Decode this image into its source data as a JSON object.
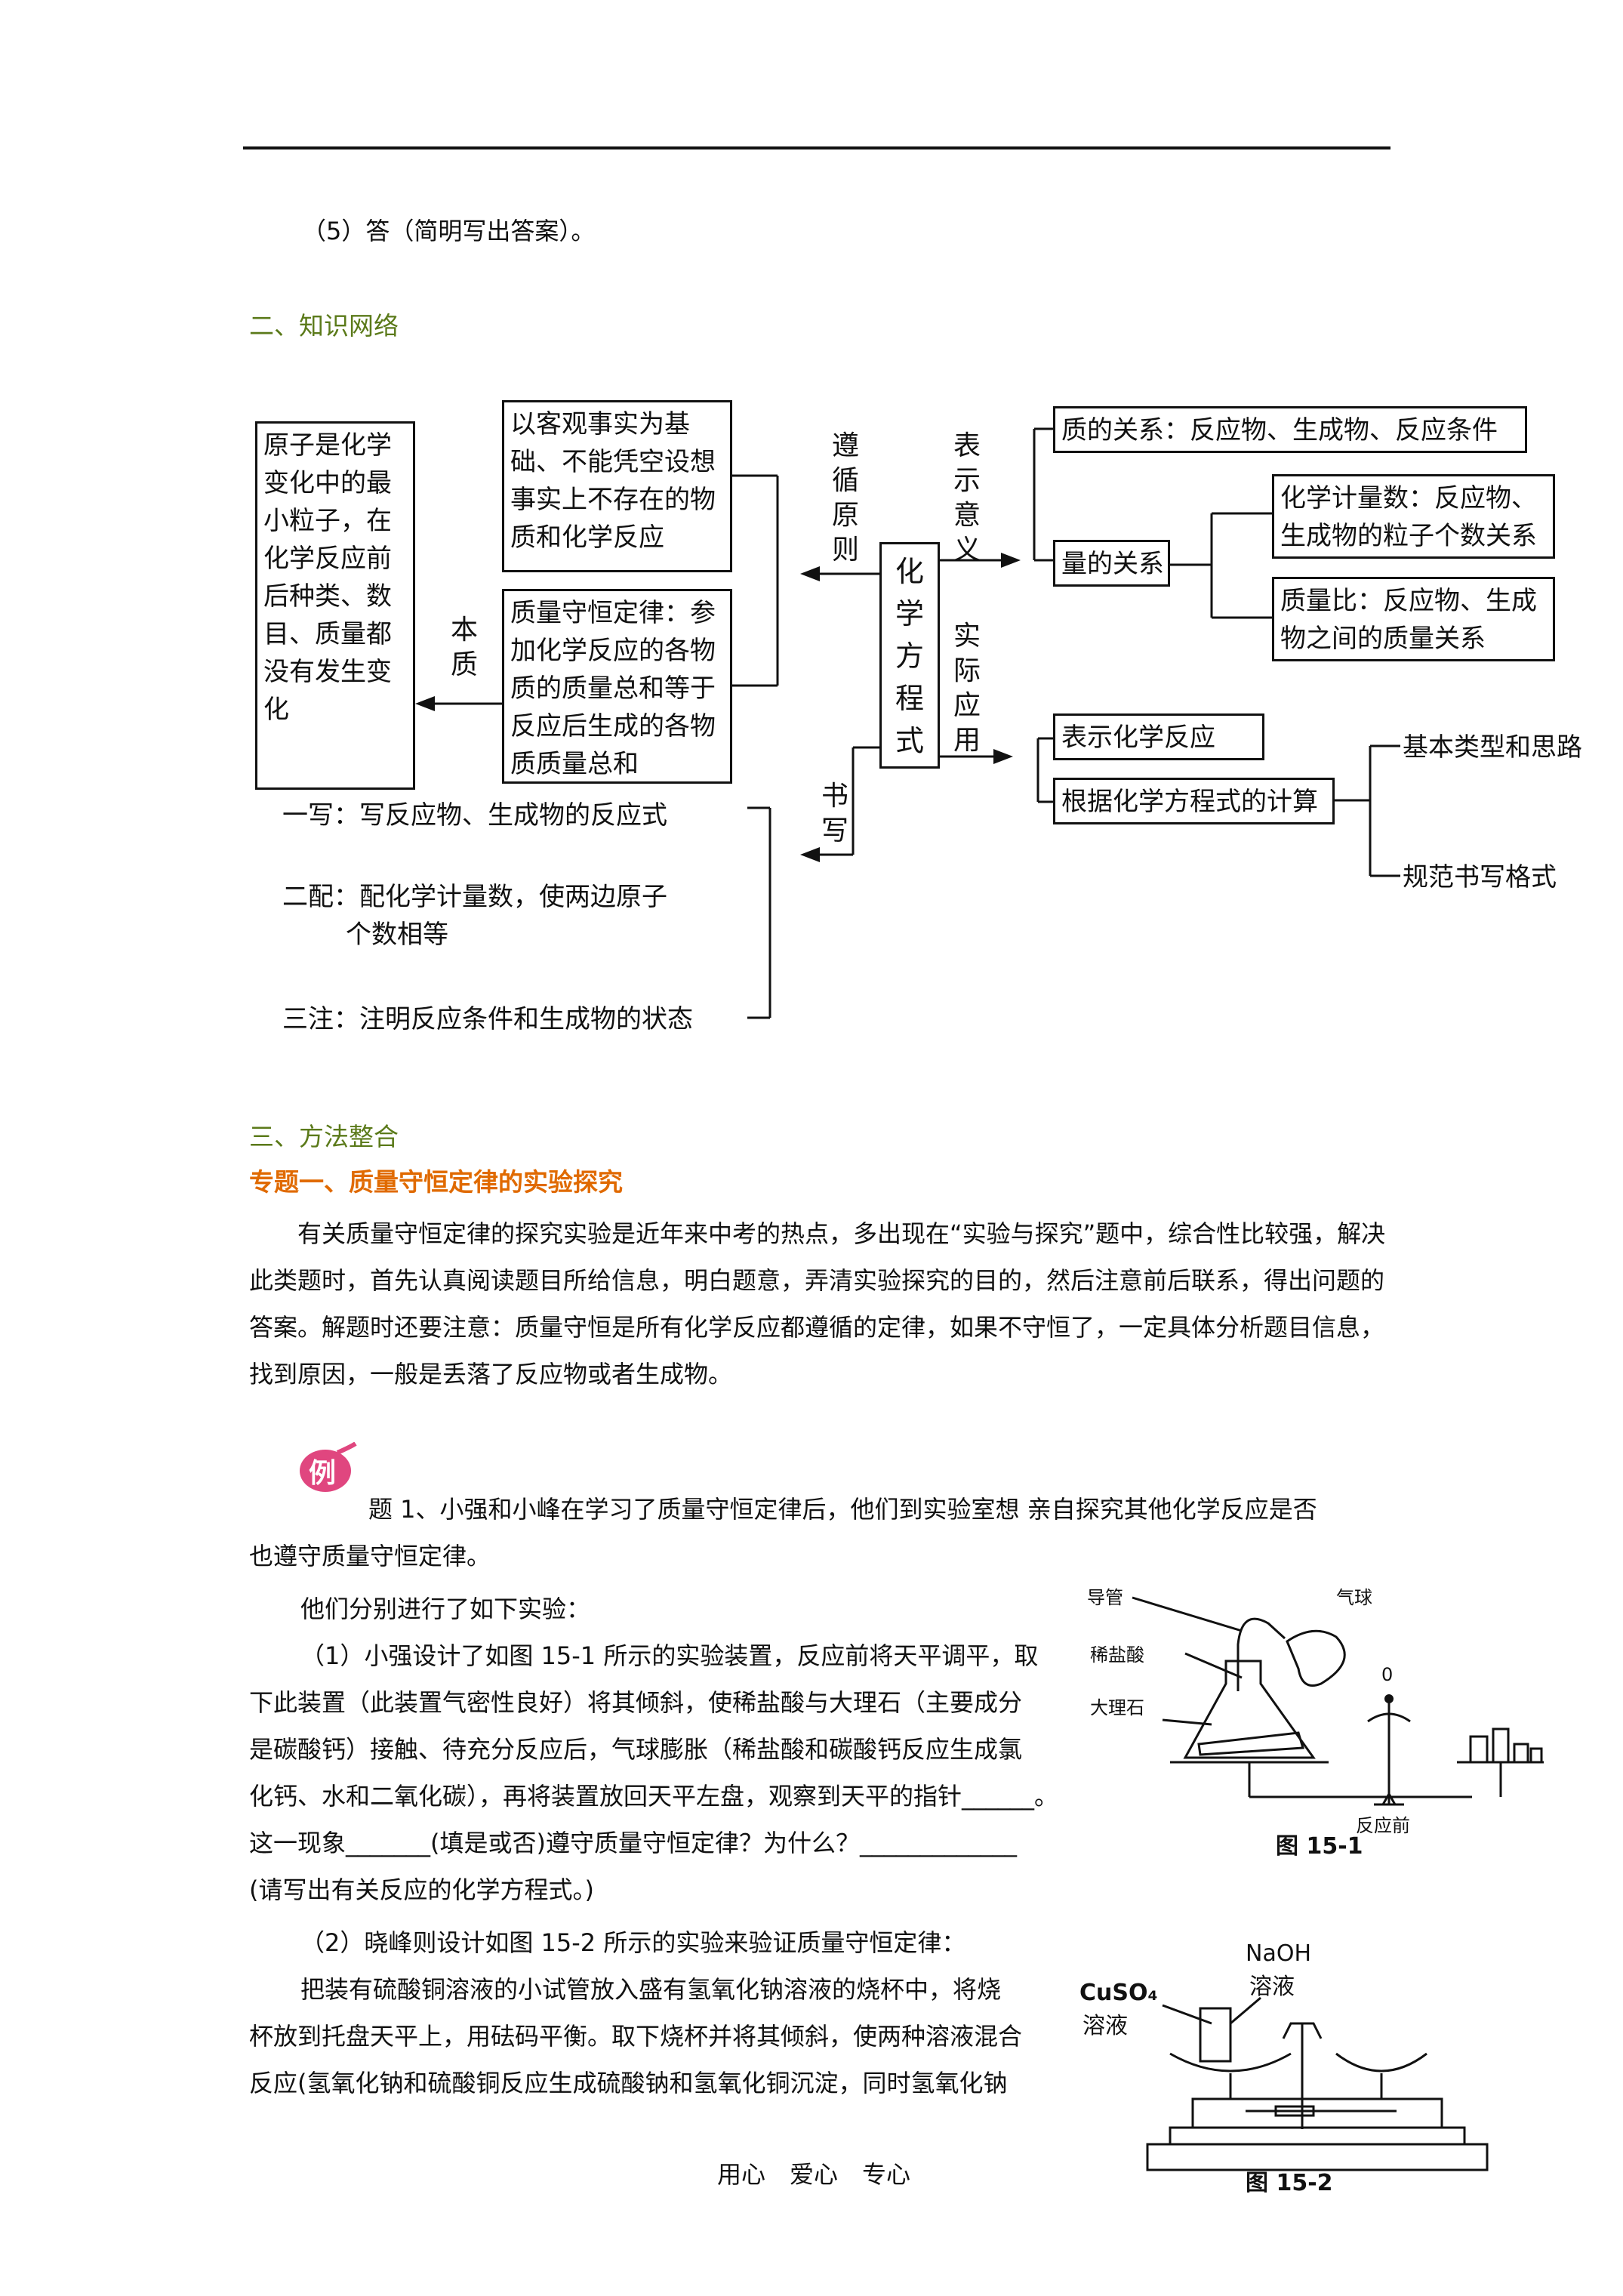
{
  "step5": "（5）答（简明写出答案）。",
  "section2": "二、知识网络",
  "network": {
    "left_box": "原子是化学变化中的最小粒子，在化学反应前后种类、数目、质量都没有发生变化",
    "benzhi": "本质",
    "box_obj": "以客观事实为基础、不能凭空设想事实上不存在的物质和化学反应",
    "box_law": "质量守恒定律：参加化学反应的各物质的质量总和等于反应后生成的各物质质量总和",
    "zunxun": "遵循原则",
    "center": "化学方程式",
    "biaoshi": "表示意义",
    "shiji": "实际应用",
    "shuxie": "书写",
    "zhi": "质的关系：反应物、生成物、反应条件",
    "liang": "量的关系",
    "jishu": "化学计量数：反应物、生成物的粒子个数关系",
    "zhiliangbi": "质量比：反应物、生成物之间的质量关系",
    "biaoshi_fy": "表示化学反应",
    "jisuan": "根据化学方程式的计算",
    "jiben": "基本类型和思路",
    "guifan": "规范书写格式",
    "yixie": "一写：写反应物、生成物的反应式",
    "erpei_1": "二配：配化学计量数，使两边原子",
    "erpei_2": "个数相等",
    "sanzhu": "三注：注明反应条件和生成物的状态"
  },
  "section3": "三、方法整合",
  "topic1": "专题一、质量守恒定律的实验探究",
  "intro": "有关质量守恒定律的探究实验是近年来中考的热点，多出现在“实验与探究”题中，综合性比较强，解决此类题时，首先认真阅读题目所给信息，明白题意，弄清实验探究的目的，然后注意前后联系，得出问题的答案。解题时还要注意：质量守恒是所有化学反应都遵循的定律，如果不守恒了，一定具体分析题目信息，找到原因，一般是丢落了反应物或者生成物。",
  "example_badge": "例",
  "ex1_line1": "题 1、小强和小峰在学习了质量守恒定律后，他们到实验室想 亲自探究其他化学反应是否",
  "ex1_line2": "也遵守质量守恒定律。",
  "ex1_p1": "他们分别进行了如下实验：",
  "ex1_p2": "（1）小强设计了如图 15-1 所示的实验装置，反应前将天平调平，取",
  "ex1_p3": "下此装置（此装置气密性良好）将其倾斜，使稀盐酸与大理石（主要成分",
  "ex1_p4": "是碳酸钙）接触、待充分反应后，气球膨胀（稀盐酸和碳酸钙反应生成氯",
  "ex1_p5": "化钙、水和二氧化碳），再将装置放回天平左盘，观察到天平的指针______。",
  "ex1_p6": "这一现象_______(填是或否)遵守质量守恒定律？为什么？_____________",
  "ex1_p7": "(请写出有关反应的化学方程式。)",
  "ex1_p8": "（2）晓峰则设计如图 15-2 所示的实验来验证质量守恒定律：",
  "ex1_p9": "把装有硫酸铜溶液的小试管放入盛有氢氧化钠溶液的烧杯中，将烧",
  "ex1_p10": "杯放到托盘天平上，用砝码平衡。取下烧杯并将其倾斜，使两种溶液混合",
  "ex1_p11": "反应(氢氧化钠和硫酸铜反应生成硫酸钠和氢氧化铜沉淀，同时氢氧化钠",
  "fig1": {
    "daoguan": "导管",
    "qiqiu": "气球",
    "xiyansuan": "稀盐酸",
    "dalishi": "大理石",
    "zero": "0",
    "fanyingqian": "反应前",
    "caption": "图 15-1"
  },
  "fig2": {
    "naoh_1": "NaOH",
    "naoh_2": "溶液",
    "cuso4_1": "CuSO₄",
    "cuso4_2": "溶液",
    "caption": "图 15-2"
  },
  "footer": "用心　爱心　专心"
}
